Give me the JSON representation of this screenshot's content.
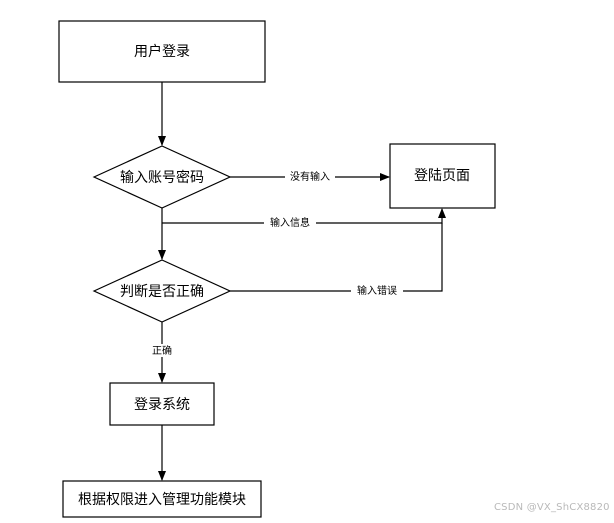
{
  "nodes": {
    "login": "用户登录",
    "input": "输入账号密码",
    "login_page": "登陆页面",
    "judge": "判断是否正确",
    "system": "登录系统",
    "module": "根据权限进入管理功能模块"
  },
  "edges": {
    "no_input": "没有输入",
    "input_info": "输入信息",
    "input_error": "输入错误",
    "correct": "正确"
  },
  "watermark": "CSDN @VX_ShCX8820"
}
